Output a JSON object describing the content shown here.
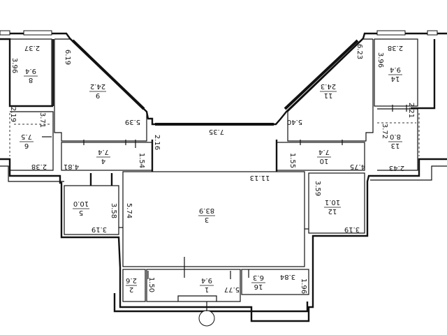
{
  "rooms": [
    {
      "num": "8",
      "area": "9.4"
    },
    {
      "num": "9",
      "area": "24.2"
    },
    {
      "num": "6",
      "area": "7.5"
    },
    {
      "num": "4",
      "area": "7.4"
    },
    {
      "num": "5",
      "area": "10.0"
    },
    {
      "num": "3",
      "area": "83.9"
    },
    {
      "num": "2",
      "area": "2.6"
    },
    {
      "num": "1",
      "area": "9.4"
    },
    {
      "num": "16",
      "area": "6.3"
    },
    {
      "num": "12",
      "area": "10.1"
    },
    {
      "num": "10",
      "area": "7.4"
    },
    {
      "num": "13",
      "area": "8.0"
    },
    {
      "num": "11",
      "area": "24.3"
    },
    {
      "num": "14",
      "area": "9.4"
    }
  ],
  "dimensions": {
    "d_2_37": "2.37",
    "d_3_96_left": "3.96",
    "d_6_19": "6.19",
    "d_2_19": "2.19",
    "d_3_71": "3.71",
    "d_5_39": "5.39",
    "d_2_16": "2.16",
    "d_7_35": "7.35",
    "d_5_40": "5.40",
    "d_2_38_left": "2.38",
    "d_4_81": "4.81",
    "d_1_54": "1.54",
    "d_3_58": "3.58",
    "d_5_74": "5.74",
    "d_3_19_left": "3.19",
    "d_11_13": "11.13",
    "d_1_50": "1.50",
    "d_5_77": "5.77",
    "d_3_84": "3.84",
    "d_1_96": "1.96",
    "d_1_55": "1.55",
    "d_4_75": "4.75",
    "d_2_43": "2.43",
    "d_3_59": "3.59",
    "d_3_19_right": "3.19",
    "d_3_72": "3.72",
    "d_2_21": "2.21",
    "d_6_23": "6.23",
    "d_2_38_right": "2.38",
    "d_3_96_right": "3.96"
  }
}
